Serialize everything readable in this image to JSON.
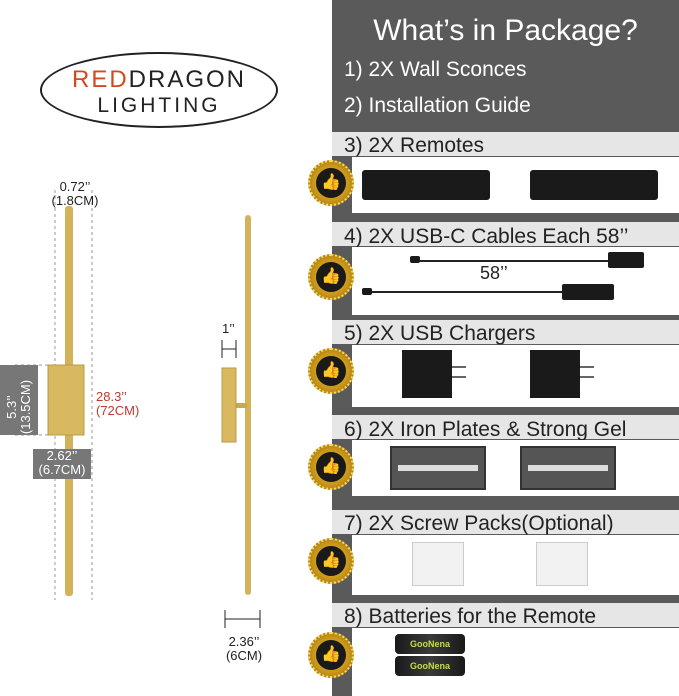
{
  "logo": {
    "line1a": "RED",
    "line1b": "DRAGON",
    "line2": "LIGHTING"
  },
  "dimensions": {
    "width_in": "0.72’’",
    "width_cm": "(1.8CM)",
    "height_in": "28.3’’",
    "height_cm": "(72CM)",
    "plate_h_in": "5.3’’",
    "plate_h_cm": "(13.5CM)",
    "plate_w_in": "2.62’’",
    "plate_w_cm": "(6.7CM)",
    "depth_in": "1’’",
    "base_in": "2.36’’",
    "base_cm": "(6CM)"
  },
  "package": {
    "title": "What’s in Package?",
    "items": [
      "1) 2X Wall Sconces",
      "2) Installation Guide",
      "3) 2X Remotes",
      "4) 2X USB-C Cables Each 58’’",
      "5) 2X USB Chargers",
      "6) 2X Iron Plates & Strong Gel",
      "7) 2X Screw Packs(Optional)",
      "8) Batteries for the Remote"
    ],
    "cable_length": "58’’",
    "battery_brand": "GooNena"
  },
  "colors": {
    "panel": "#5a5a5a",
    "brass": "#d4b25a",
    "accent_red": "#d24a1e"
  },
  "icons": {
    "seal": "thumbs-up-icon"
  }
}
